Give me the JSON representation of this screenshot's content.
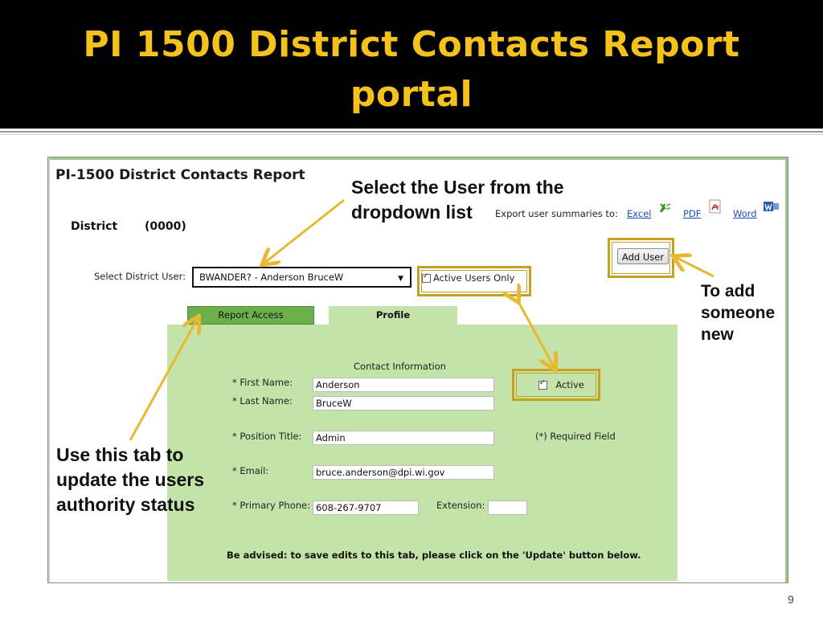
{
  "slide": {
    "title_line1": "PI 1500 District Contacts Report",
    "title_line2": "portal",
    "page_number": "9"
  },
  "app": {
    "title": "PI-1500 District Contacts Report",
    "district_label": "District",
    "district_code": "(0000)",
    "export": {
      "label": "Export user summaries to:",
      "excel": "Excel",
      "pdf": "PDF",
      "word": "Word"
    },
    "add_user": "Add User",
    "select_label": "Select District User:",
    "select_value": "BWANDER? - Anderson BruceW",
    "active_users_only": "Active Users Only",
    "tabs": {
      "report_access": "Report Access",
      "profile": "Profile"
    },
    "form": {
      "heading": "Contact Information",
      "first_name_label": "* First Name:",
      "first_name_value": "Anderson",
      "last_name_label": "* Last Name:",
      "last_name_value": "BruceW",
      "position_label": "* Position Title:",
      "position_value": "Admin",
      "email_label": "* Email:",
      "email_value": "bruce.anderson@dpi.wi.gov",
      "phone_label": "* Primary Phone:",
      "phone_value": "608-267-9707",
      "extension_label": "Extension:",
      "extension_value": "",
      "active_label": "Active",
      "required_note": "(*) Required Field",
      "advisory": "Be advised: to save edits to this tab, please click on the 'Update' button below."
    }
  },
  "callouts": {
    "select_user_line1": "Select the User from the",
    "select_user_line2": "dropdown list",
    "add_line1": "To add",
    "add_line2": "someone",
    "add_line3": "new",
    "tab_line1": "Use this tab to",
    "tab_line2": "update the users",
    "tab_line3": "authority status"
  },
  "colors": {
    "title_text": "#f5c21c",
    "highlight": "#c5a022",
    "panel_green": "#c3e3a9",
    "tab_green": "#6cb04c"
  }
}
